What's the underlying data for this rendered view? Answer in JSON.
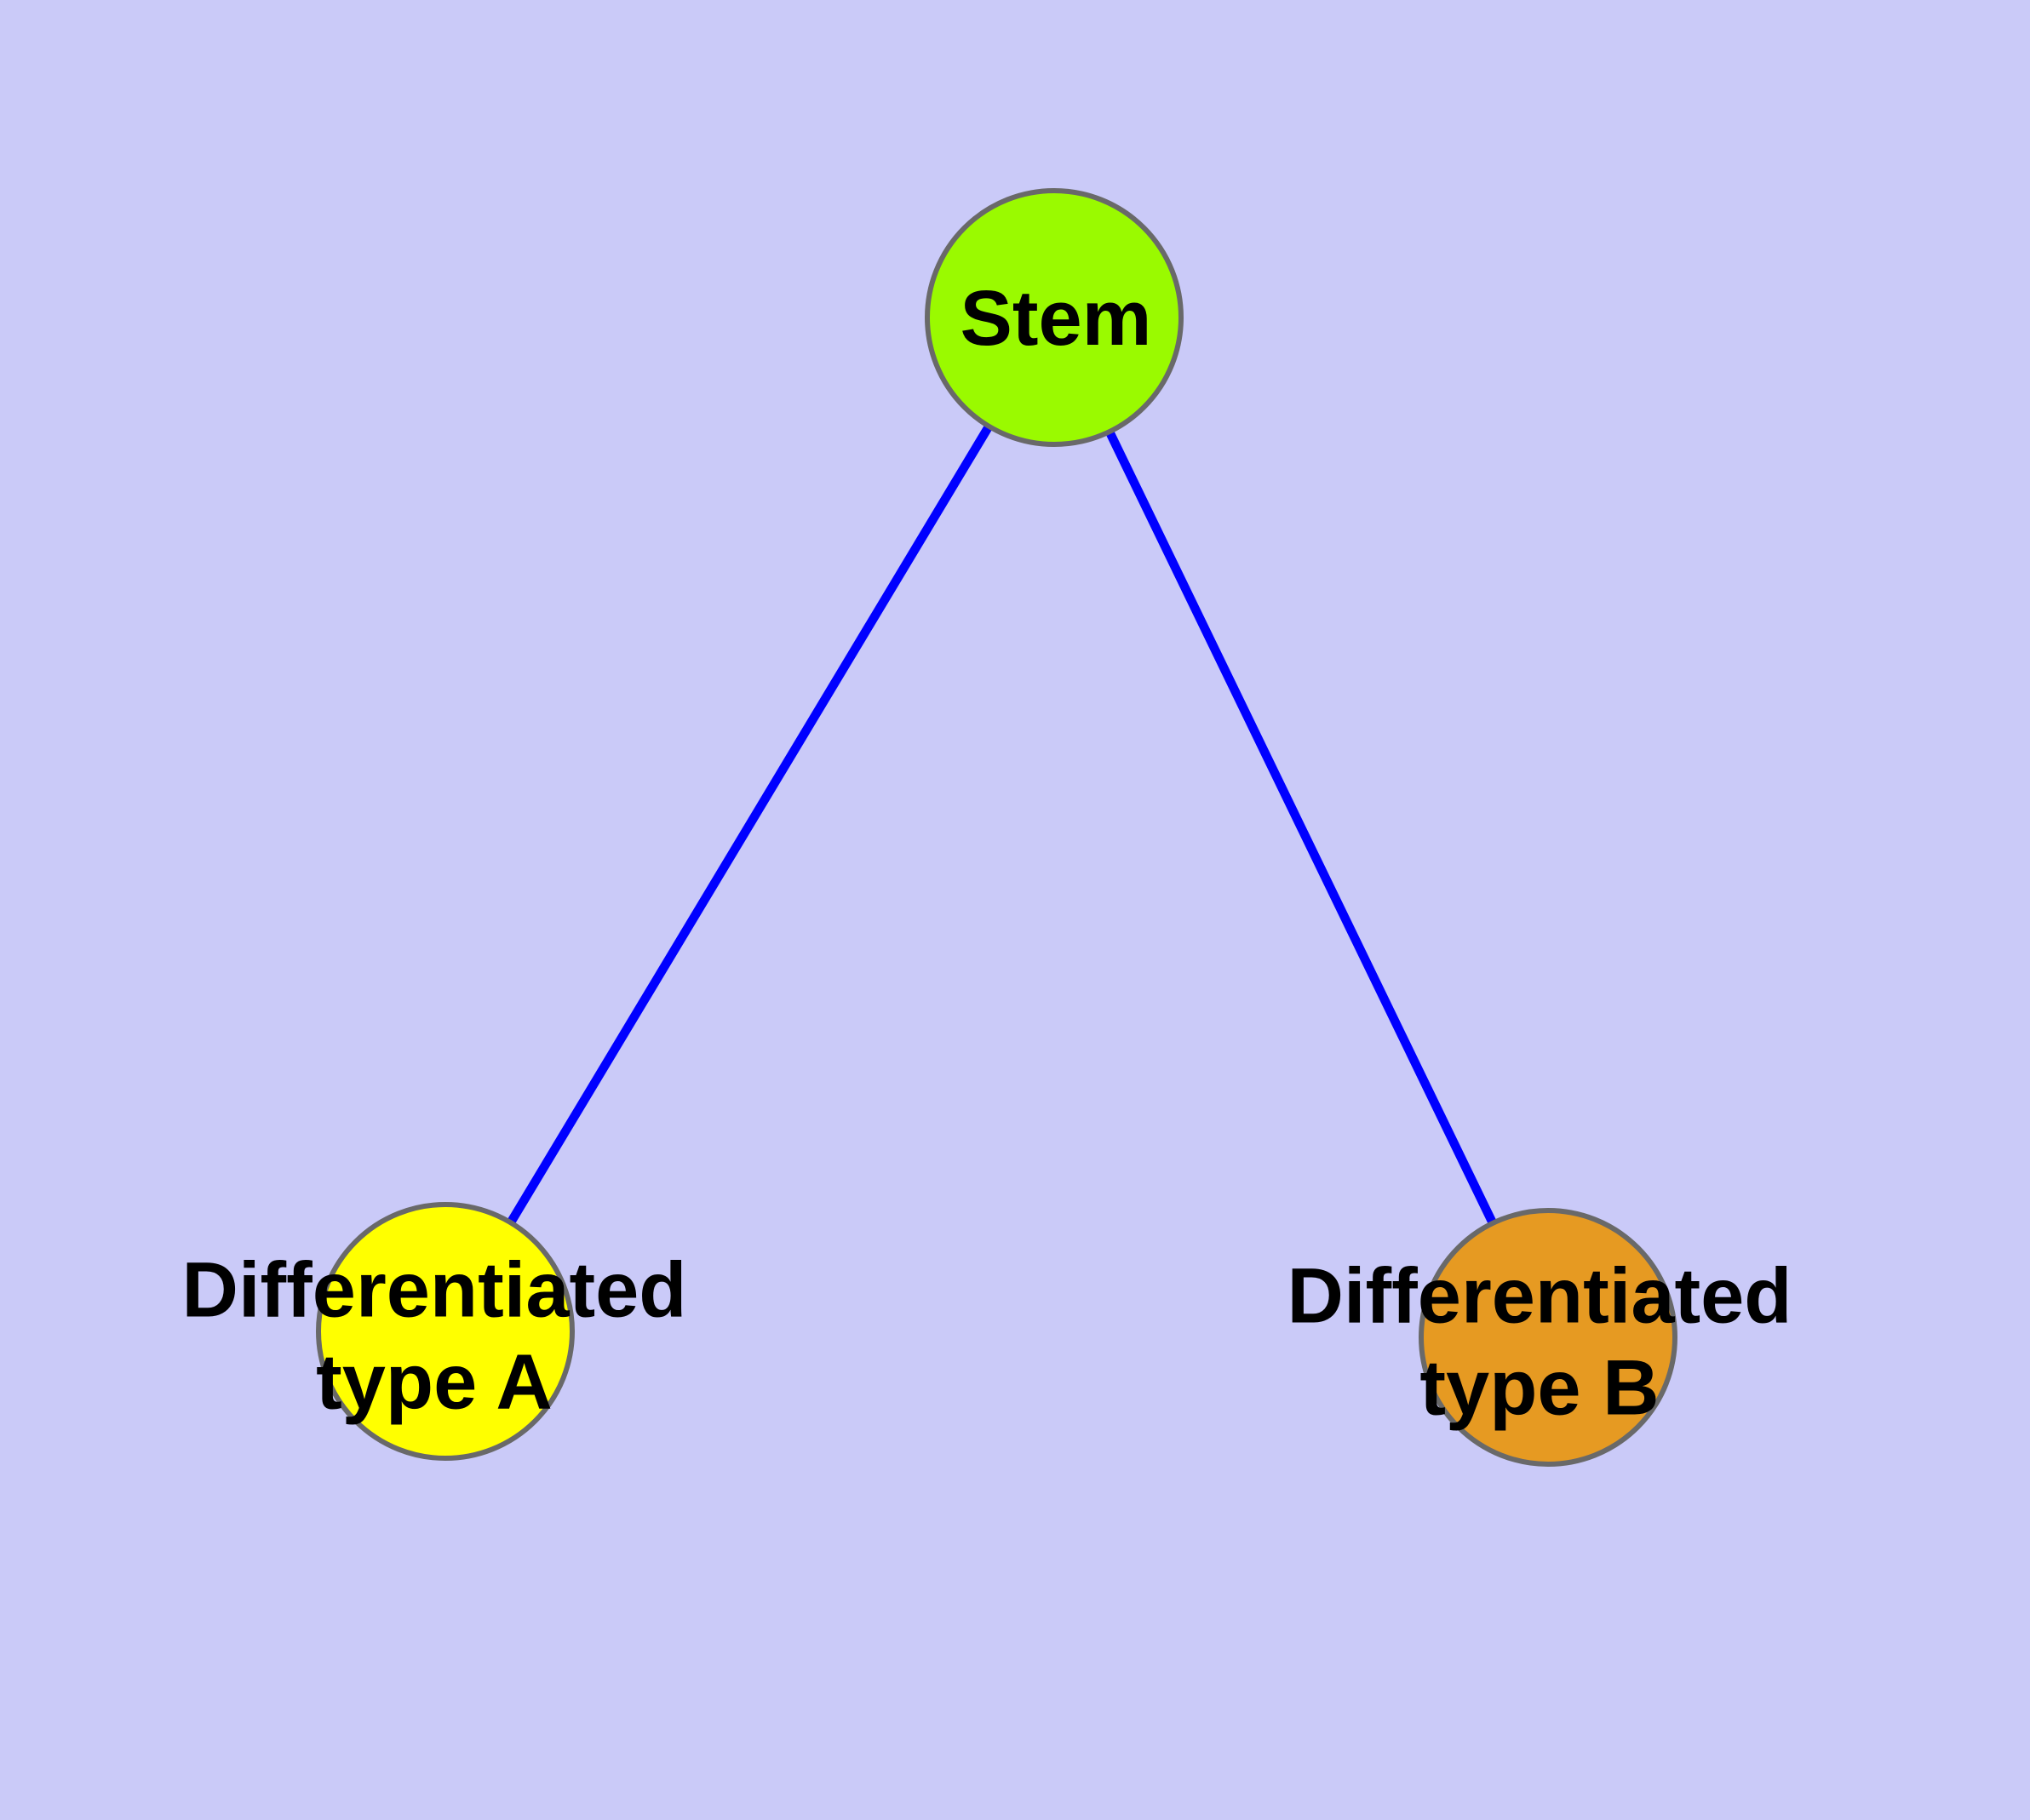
{
  "diagram": {
    "background_color": "#CACAF8",
    "edge_color": "#0000FF",
    "node_border_color": "#696969",
    "text_color": "#000000",
    "nodes": [
      {
        "id": "stem",
        "label": "Stem",
        "fill_color": "#9AFA00"
      },
      {
        "id": "type-a",
        "label": "Differentiated\ntype A",
        "fill_color": "#FFFF00"
      },
      {
        "id": "type-b",
        "label": "Differentiated\ntype B",
        "fill_color": "#E69A22"
      }
    ],
    "edges": [
      {
        "from": "stem",
        "to": "type-a"
      },
      {
        "from": "stem",
        "to": "type-b"
      }
    ]
  }
}
